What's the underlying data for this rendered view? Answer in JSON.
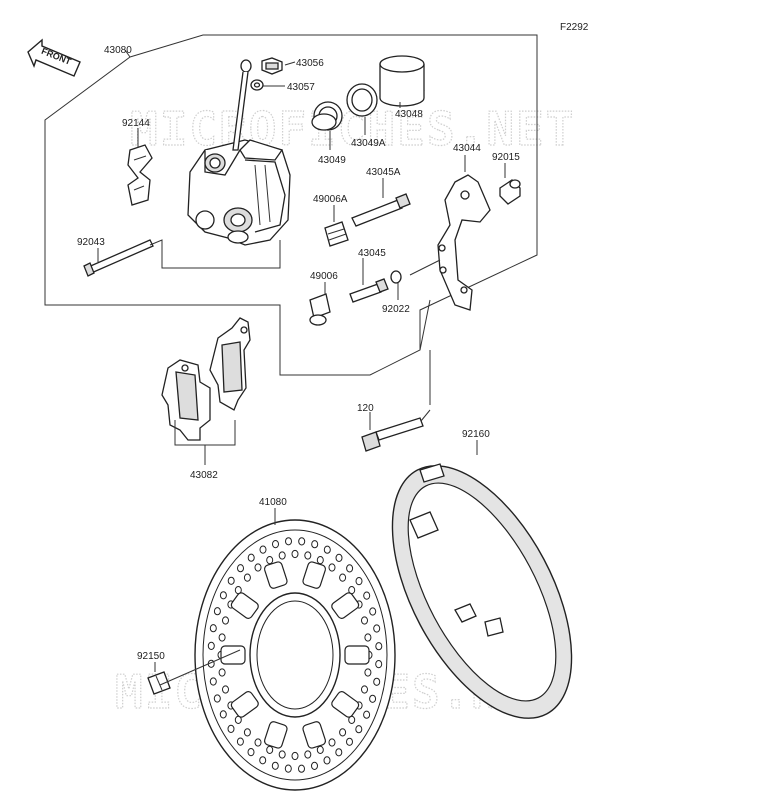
{
  "diagram_code": "F2292",
  "front_marker": "FRONT",
  "watermark": "MICROFICHES.NET",
  "part_labels": {
    "p43080": "43080",
    "p43056": "43056",
    "p43057": "43057",
    "p43048": "43048",
    "p92144": "92144",
    "p43049A": "43049A",
    "p43049": "43049",
    "p43044": "43044",
    "p92015": "92015",
    "p43045A": "43045A",
    "p49006A": "49006A",
    "p92043": "92043",
    "p43045": "43045",
    "p49006": "49006",
    "p92022": "92022",
    "p120": "120",
    "p92160": "92160",
    "p43082": "43082",
    "p41080": "41080",
    "p92150": "92150"
  }
}
